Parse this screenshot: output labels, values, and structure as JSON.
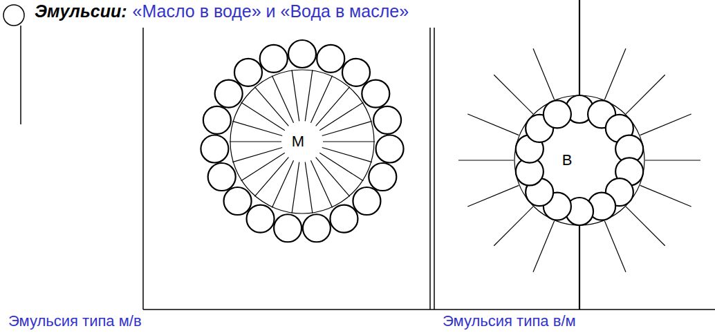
{
  "diagram": {
    "title": "Эмульсии:",
    "nodes": [
      {
        "text": [
          "М"
        ]
      },
      {
        "text": [
          "В"
        ]
      }
    ],
    "labels": [
      "«Масло в воде» и «Вода в масле»",
      "Эмульсия типа м/в",
      "Эмульсия типа в/м"
    ]
  }
}
